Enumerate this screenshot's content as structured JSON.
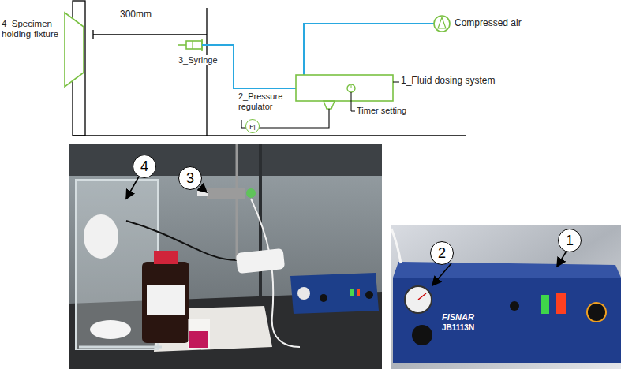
{
  "diagram": {
    "nodes": [
      {
        "text": [
          "P|"
        ]
      },
      {
        "text": [
          "4"
        ]
      },
      {
        "text": [
          "3"
        ]
      },
      {
        "text": [
          "2"
        ]
      },
      {
        "text": [
          "1"
        ]
      }
    ],
    "labels": [
      "4_Specimen holding-fixture",
      "300mm",
      "3_Syringe",
      "2_Pressure regulator",
      "Compressed air",
      "1_Fluid dosing system",
      "Timer setting",
      "FISNAR",
      "JB1113N"
    ]
  }
}
